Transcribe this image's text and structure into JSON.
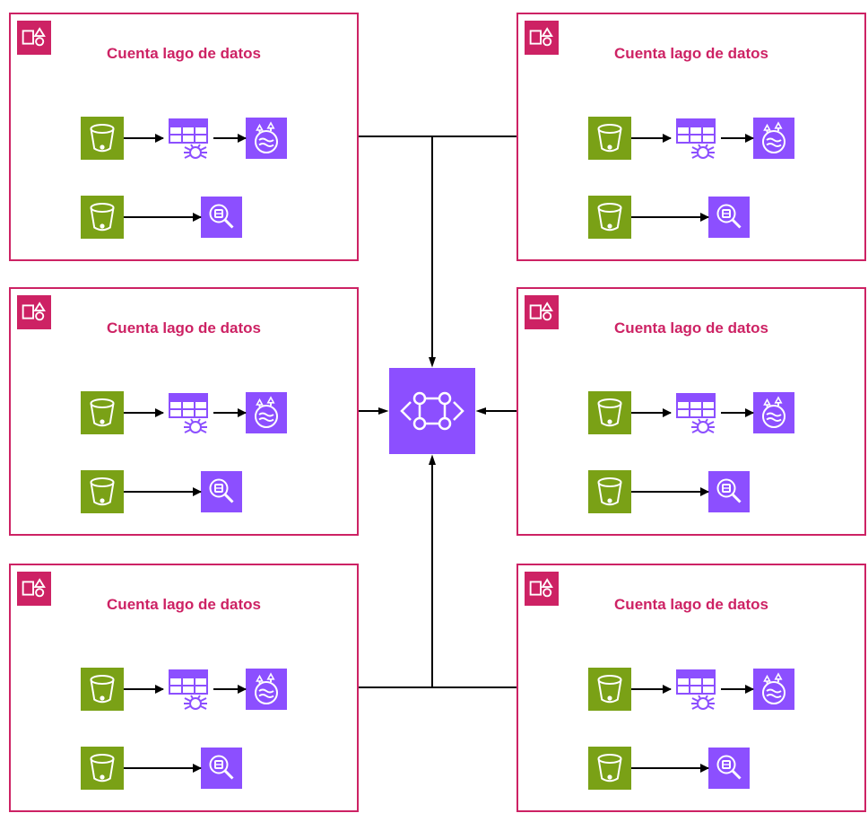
{
  "diagram": {
    "account_label": "Cuenta lago de datos",
    "accounts": [
      {
        "position": "top-left",
        "label": "Cuenta lago de datos"
      },
      {
        "position": "top-right",
        "label": "Cuenta lago de datos"
      },
      {
        "position": "middle-left",
        "label": "Cuenta lago de datos"
      },
      {
        "position": "middle-right",
        "label": "Cuenta lago de datos"
      },
      {
        "position": "bottom-left",
        "label": "Cuenta lago de datos"
      },
      {
        "position": "bottom-right",
        "label": "Cuenta lago de datos"
      }
    ],
    "account_flows": {
      "crawl_row_icons": [
        "s3-bucket-icon",
        "glue-crawler-icon",
        "lake-formation-icon"
      ],
      "search_row_icons": [
        "s3-bucket-icon",
        "data-catalog-search-icon"
      ],
      "corner_icon": "aws-account-icon"
    },
    "center_icon": "datazone-icon",
    "colors": {
      "account_pink": "#CD2264",
      "s3_green": "#7AA116",
      "analytics_purple": "#8C4FFF",
      "arrow_black": "#000000",
      "background": "#FFFFFF"
    }
  }
}
